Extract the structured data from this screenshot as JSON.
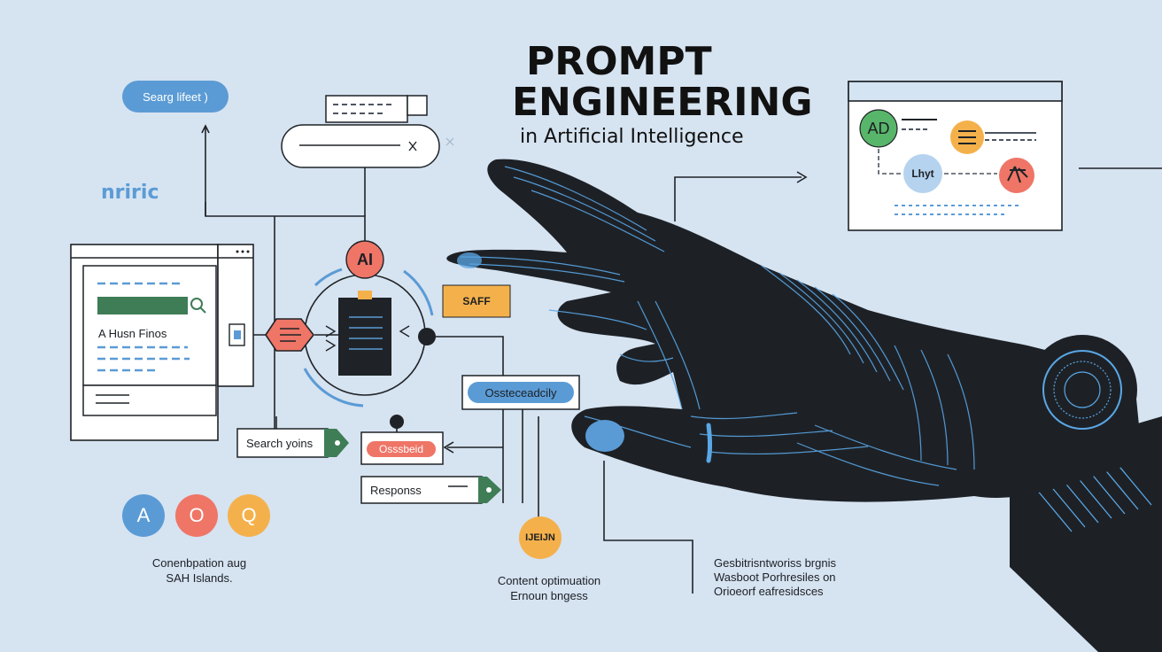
{
  "heading": {
    "title_line1": "PROMPT",
    "title_line2": "ENGINEERING",
    "subtitle": "in Artificial Intelligence"
  },
  "left_panel": {
    "brand": "nriric",
    "search_pill": "Searg lifeet )",
    "window_text": "A Husn Finos",
    "search_label": "Search yoins",
    "circles": [
      "A",
      "O",
      "Q"
    ],
    "caption_line1": "Conenbpation aug",
    "caption_line2": "SAH Islands."
  },
  "center": {
    "ai_badge": "AI",
    "safe_tag": "SAFF",
    "feedback_pill": "Ossteceadcily",
    "red_pill": "Osssbeid",
    "response_label": "Responss",
    "orange_badge": "IJEIJN",
    "caption_line1": "Content optimuation",
    "caption_line2": "Ernoun bngess"
  },
  "right_panel": {
    "node_ad": "AD",
    "node_list": "Lhyt",
    "caption_line1": "Gesbitrisntworiss brgnis",
    "caption_line2": "Wasboot Porhresiles on",
    "caption_line3": "Orioeorf eafresidsces"
  },
  "colors": {
    "background": "#d6e3f1",
    "blue": "#5b9bd5",
    "green": "#3e7d55",
    "orange": "#f4b14b",
    "coral": "#ef7567",
    "dark": "#1f2327",
    "hand": "#1d2126",
    "hand_lines": "#5aa7e6"
  }
}
